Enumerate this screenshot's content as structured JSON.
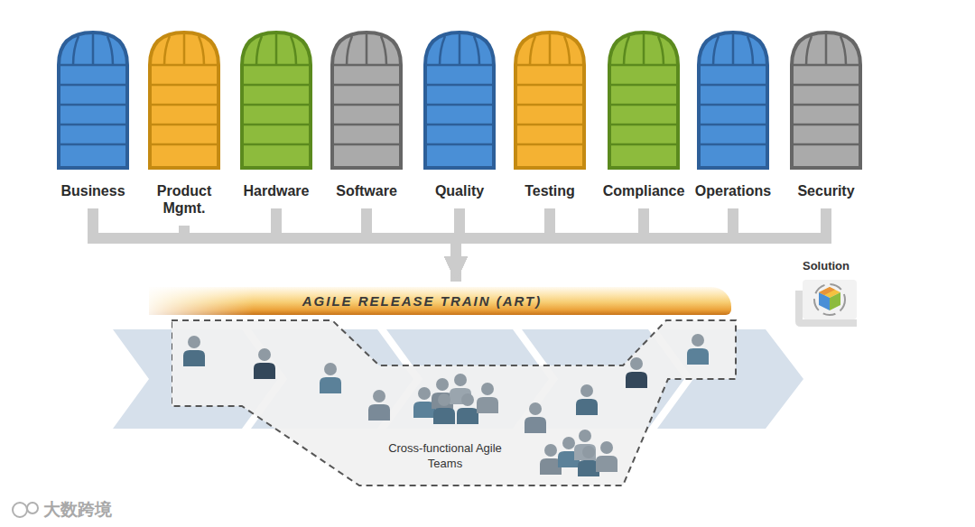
{
  "diagram": {
    "nodes": [
      {
        "text": [
          "Business"
        ]
      },
      {
        "text": [
          "Product Mgmt."
        ]
      },
      {
        "text": [
          "Hardware"
        ]
      },
      {
        "text": [
          "Software"
        ]
      },
      {
        "text": [
          "Quality"
        ]
      },
      {
        "text": [
          "Testing"
        ]
      },
      {
        "text": [
          "Compliance"
        ]
      },
      {
        "text": [
          "Operations"
        ]
      },
      {
        "text": [
          "Security"
        ]
      },
      {
        "text": [
          "AGILE RELEASE TRAIN (ART)"
        ]
      },
      {
        "text": [
          "Solution"
        ]
      },
      {
        "text": [
          "Cross-functional Agile Teams"
        ]
      }
    ],
    "edges": [
      {
        "from": 0,
        "to": 9,
        "arrow": "to"
      },
      {
        "from": 1,
        "to": 9,
        "arrow": "to"
      },
      {
        "from": 2,
        "to": 9,
        "arrow": "to"
      },
      {
        "from": 3,
        "to": 9,
        "arrow": "to"
      },
      {
        "from": 4,
        "to": 9,
        "arrow": "to"
      },
      {
        "from": 5,
        "to": 9,
        "arrow": "to"
      },
      {
        "from": 6,
        "to": 9,
        "arrow": "to"
      },
      {
        "from": 7,
        "to": 9,
        "arrow": "to"
      },
      {
        "from": 8,
        "to": 9,
        "arrow": "to"
      }
    ],
    "labels": [
      "大数跨境"
    ]
  }
}
